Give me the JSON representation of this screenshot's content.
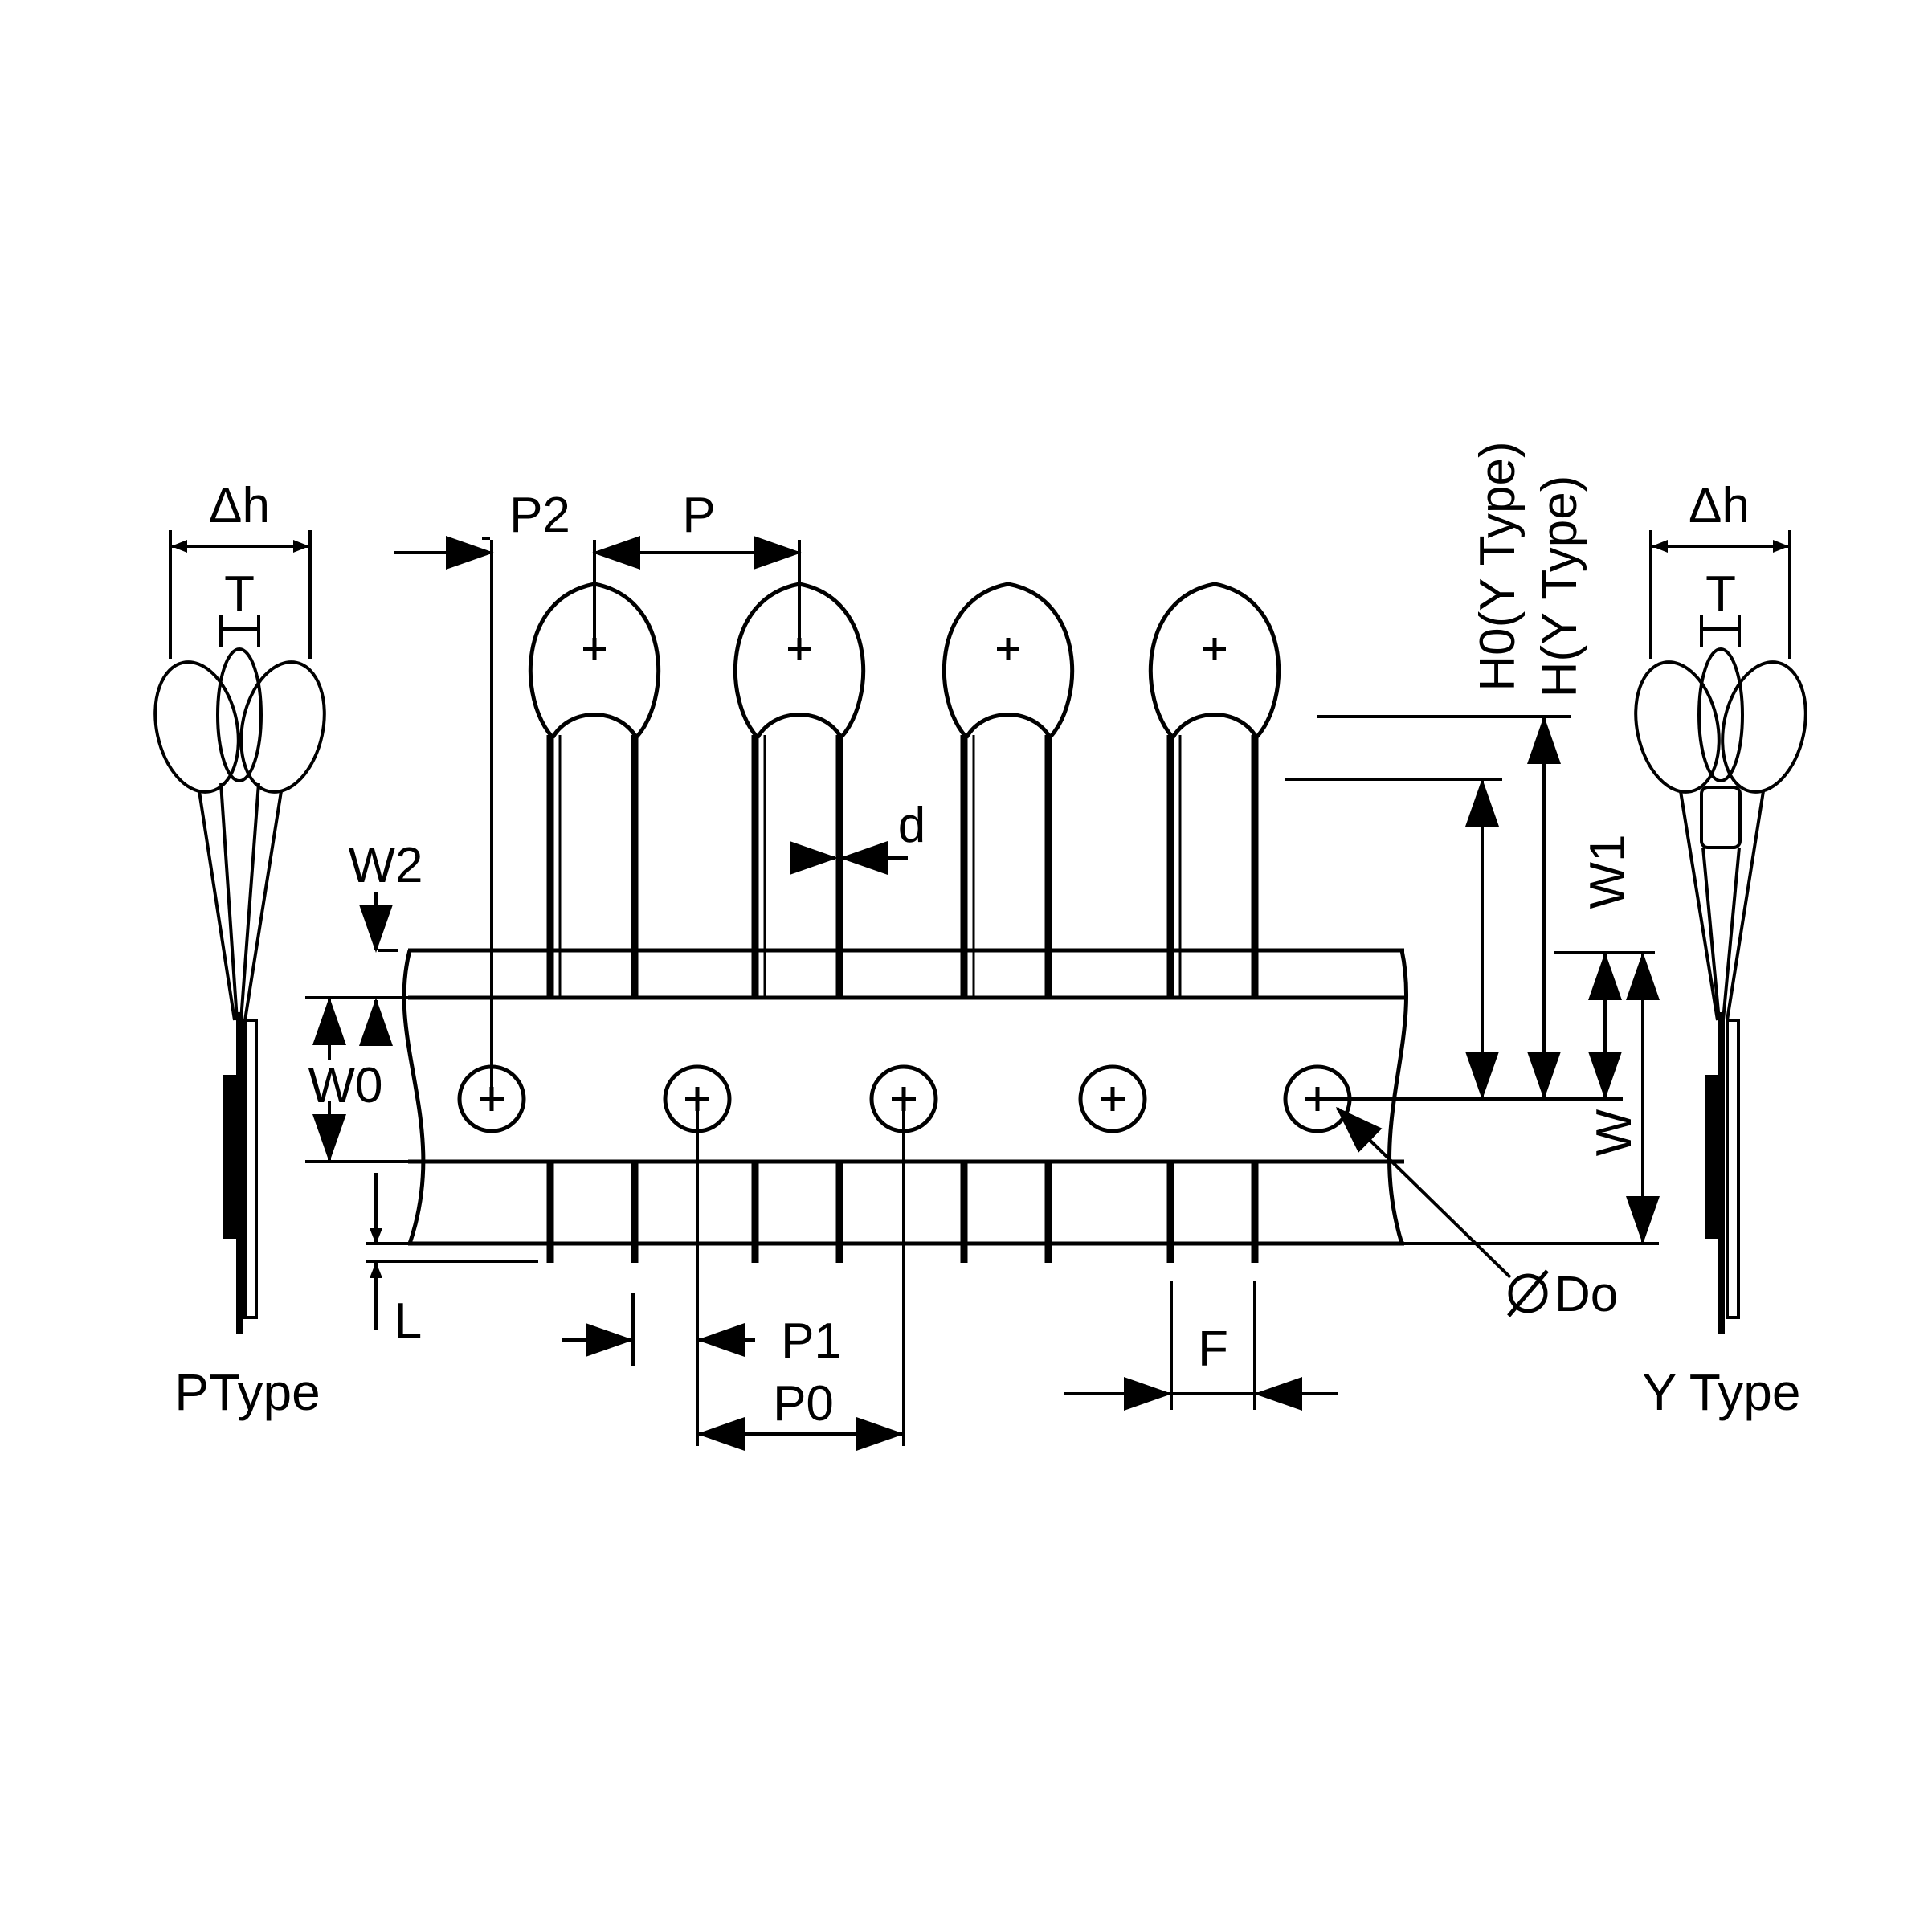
{
  "labels": {
    "delta_h": "Δh",
    "t": "T",
    "p2": "P2",
    "p": "P",
    "d": "d",
    "w2": "W2",
    "w0": "W0",
    "l": "L",
    "p1": "P1",
    "p0": "P0",
    "f": "F",
    "do": "Do",
    "w1": "W1",
    "w": "W",
    "h0": "H0(Y Type)",
    "h": "H(Y Type)"
  },
  "captions": {
    "p_type": "PType",
    "y_type": "Y Type"
  },
  "colors": {
    "ink": "#000000",
    "paper": "#ffffff"
  }
}
